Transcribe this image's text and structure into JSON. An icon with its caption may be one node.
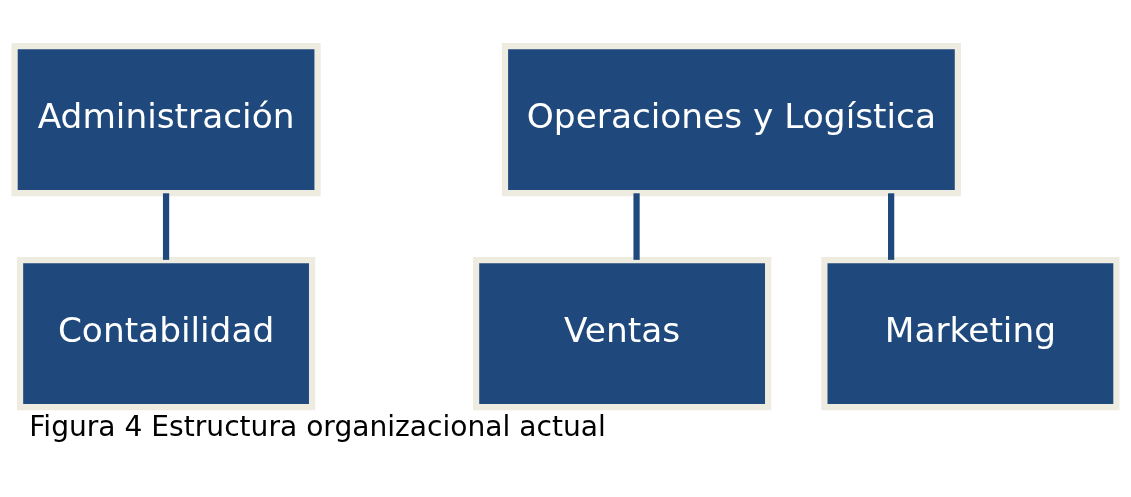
{
  "diagram": {
    "caption": "Figura 4 Estructura organizacional actual",
    "nodes": [
      {
        "text": [
          "Administración"
        ]
      },
      {
        "text": [
          "Operaciones y Logística"
        ]
      },
      {
        "text": [
          "Contabilidad"
        ]
      },
      {
        "text": [
          "Ventas"
        ]
      },
      {
        "text": [
          "Marketing"
        ]
      }
    ],
    "edges": [
      {
        "from": 0,
        "to": 2,
        "arrow": "none"
      },
      {
        "from": 1,
        "to": 3,
        "arrow": "none"
      },
      {
        "from": 1,
        "to": 4,
        "arrow": "none"
      }
    ]
  }
}
